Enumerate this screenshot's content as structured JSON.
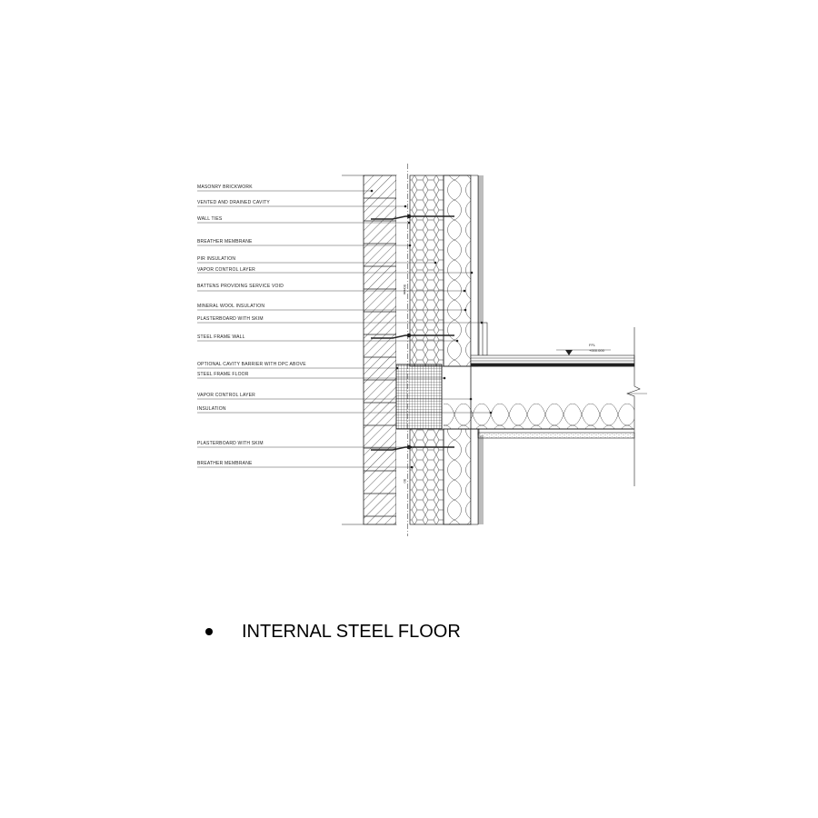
{
  "labels": [
    "MASONRY BRICKWORK",
    "VENTED AND DRAINED CAVITY",
    "WALL TIES",
    "BREATHER MEMBRANE",
    "PIR INSULATION",
    "VAPOR CONTROL LAYER",
    "BATTENS PROVIDING SERVICE VOID",
    "MINERAL WOOL INSULATION",
    "PLASTERBOARD WITH SKIM",
    "STEEL FRAME WALL",
    "OPTIONAL CAVITY BARRIER WITH DPC ABOVE",
    "STEEL FRAME FLOOR",
    "VAPOR CONTROL LAYER",
    "INSULATION",
    "PLASTERBOARD WITH SKIM",
    "BREATHER MEMBRANE"
  ],
  "cavity_marks": [
    "50mm",
    "50"
  ],
  "level": {
    "name": "FFL",
    "value": "+000.000"
  },
  "caption": "INTERNAL STEEL FLOOR",
  "colors": {
    "line": "#222222",
    "fill": "#ffffff"
  }
}
